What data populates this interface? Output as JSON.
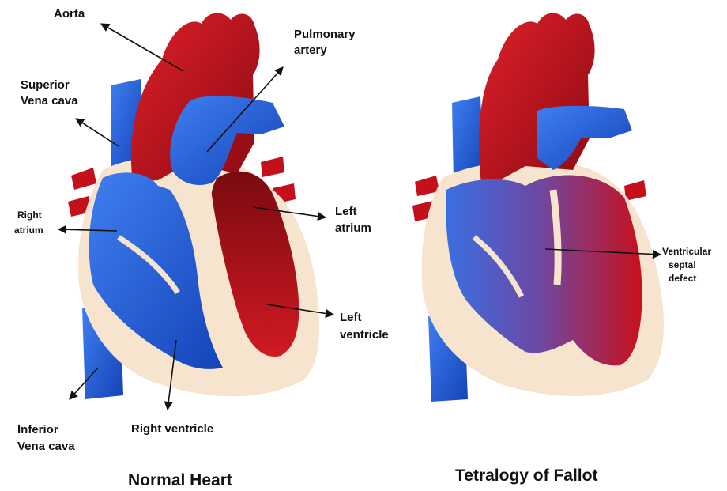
{
  "colors": {
    "oxygenated": "#c4101b",
    "deoxygenated": "#2b63d6",
    "muscle": "#f6e4cf",
    "lines": "#111111"
  },
  "normal_heart": {
    "caption": "Normal Heart",
    "labels": {
      "aorta": "Aorta",
      "pulmonary_artery_1": "Pulmonary",
      "pulmonary_artery_2": "artery",
      "superior_vena_cava_1": "Superior",
      "superior_vena_cava_2": "Vena cava",
      "right_atrium_1": "Right",
      "right_atrium_2": "atrium",
      "left_atrium_1": "Left",
      "left_atrium_2": "atrium",
      "left_ventricle_1": "Left",
      "left_ventricle_2": "ventricle",
      "inferior_vena_cava_1": "Inferior",
      "inferior_vena_cava_2": "Vena cava",
      "right_ventricle": "Right ventricle"
    }
  },
  "tof_heart": {
    "caption": "Tetralogy of Fallot",
    "labels": {
      "vsd_1": "Ventricular",
      "vsd_2": "septal",
      "vsd_3": "defect"
    }
  }
}
